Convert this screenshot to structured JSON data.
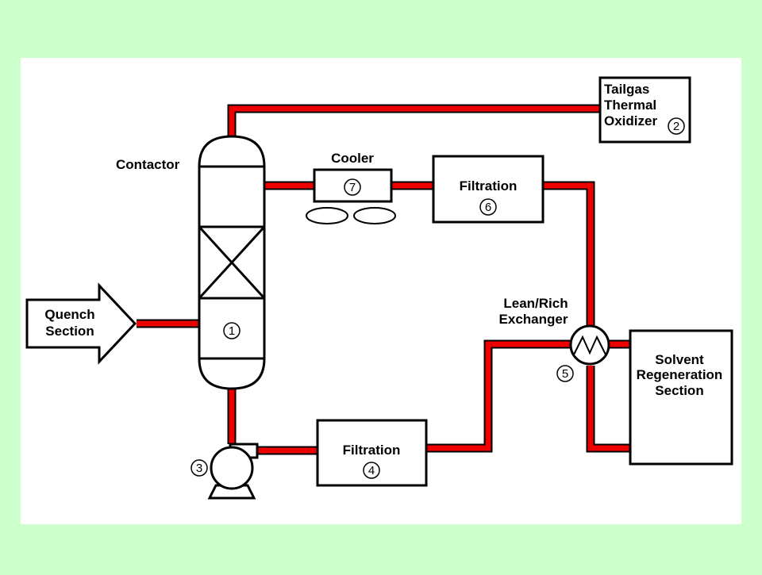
{
  "colors": {
    "background": "#ccffcc",
    "panel": "#ffffff",
    "pipe": "#ee0000",
    "outline": "#000000"
  },
  "equipment": {
    "contactor": {
      "label": "Contactor",
      "number": "1"
    },
    "thermal_oxidizer": {
      "line1": "Tailgas",
      "line2": "Thermal",
      "line3": "Oxidizer",
      "number": "2"
    },
    "pump": {
      "number": "3"
    },
    "filtration_lower": {
      "label": "Filtration",
      "number": "4"
    },
    "exchanger": {
      "line1": "Lean/Rich",
      "line2": "Exchanger",
      "number": "5"
    },
    "filtration_upper": {
      "label": "Filtration",
      "number": "6"
    },
    "cooler": {
      "label": "Cooler",
      "number": "7"
    },
    "quench": {
      "line1": "Quench",
      "line2": "Section"
    },
    "regeneration": {
      "line1": "Solvent",
      "line2": "Regeneration",
      "line3": "Section"
    }
  }
}
